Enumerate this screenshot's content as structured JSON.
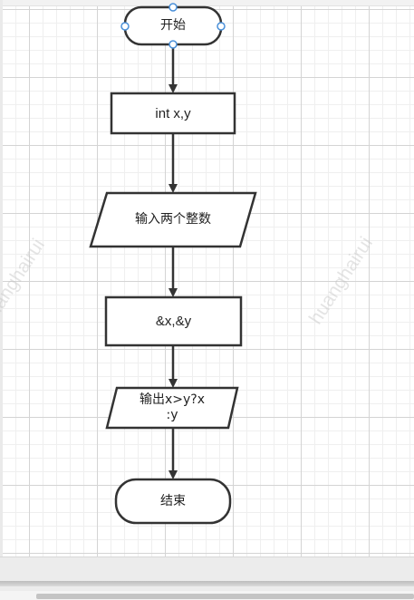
{
  "watermarks": [
    "huanghairui",
    "huanghairui"
  ],
  "flowchart": {
    "start": {
      "label": "开始"
    },
    "declare": {
      "label": "int x,y"
    },
    "input_prompt": {
      "label": "输入两个整数"
    },
    "read": {
      "label": "&x,&y"
    },
    "output": {
      "label": "输出x>y?x\n:y"
    },
    "end": {
      "label": "结束"
    }
  },
  "colors": {
    "stroke": "#333333",
    "handle": "#4a90d9",
    "text": "#222222"
  }
}
